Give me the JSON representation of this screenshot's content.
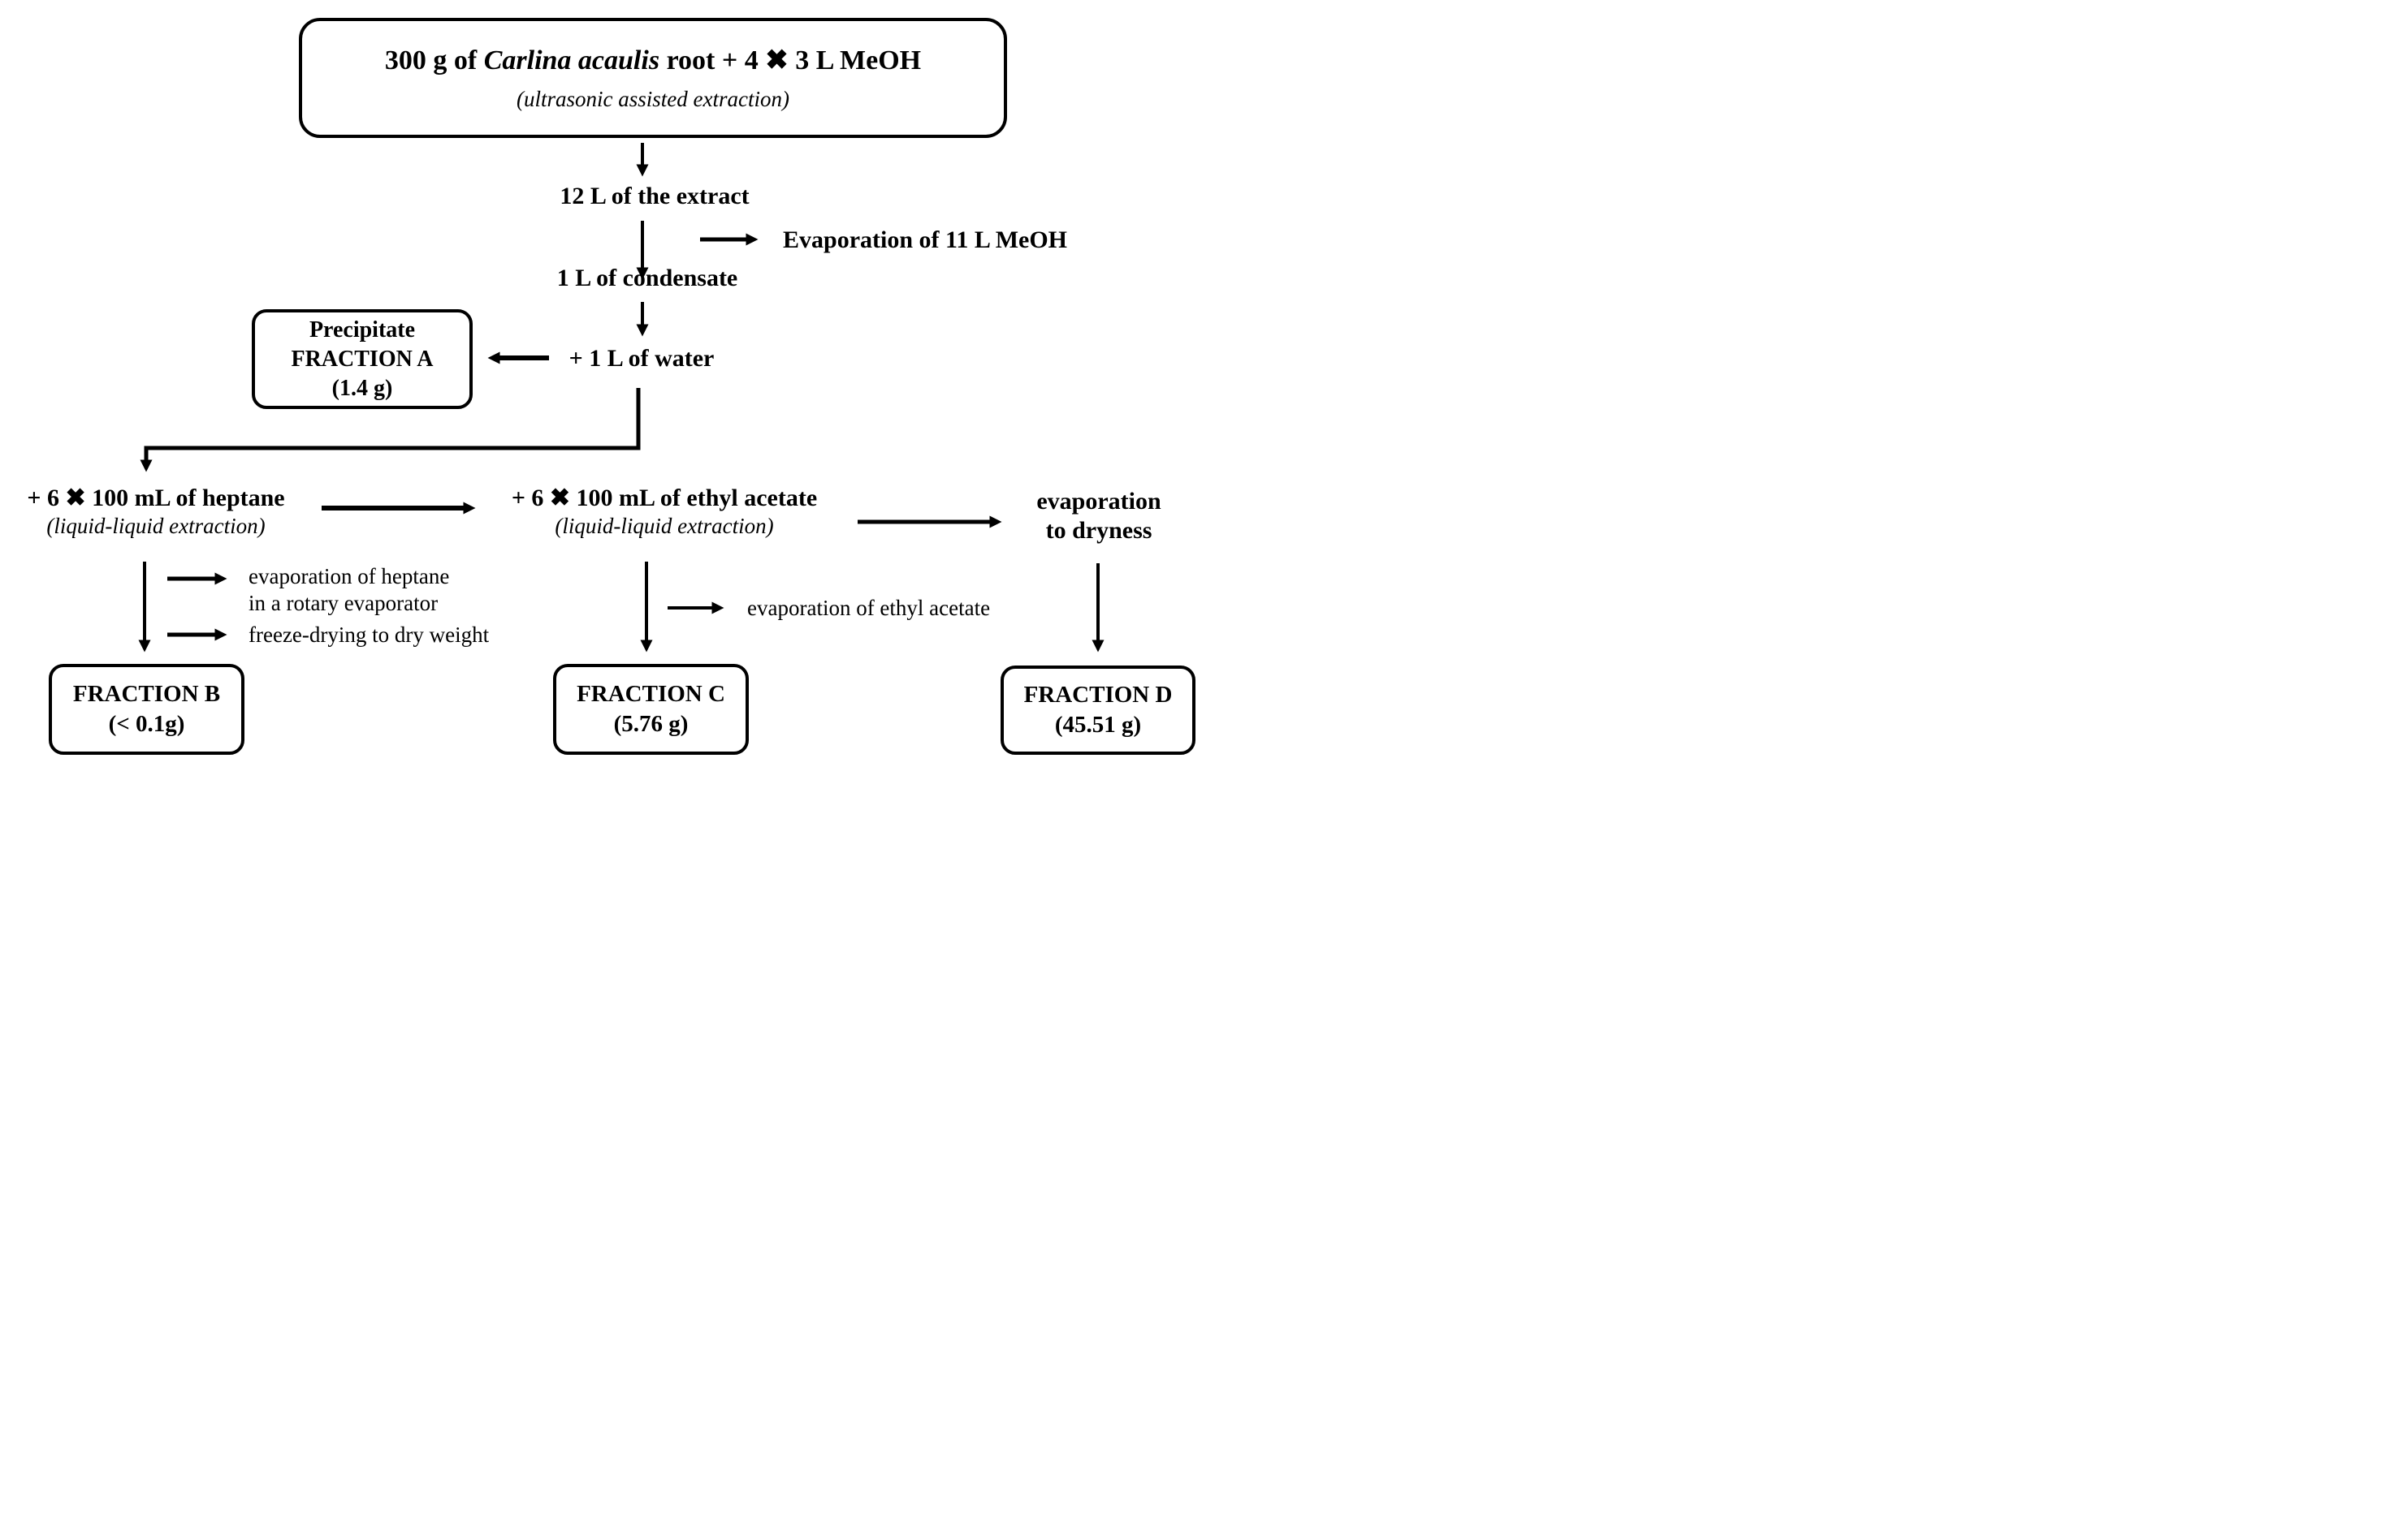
{
  "colors": {
    "ink": "#000000",
    "background": "#ffffff"
  },
  "top_box": {
    "line1_prefix": "300 g of ",
    "line1_species": "Carlina acaulis",
    "line1_suffix": " root + 4 ✖ 3 L MeOH",
    "line2": "(ultrasonic assisted extraction)"
  },
  "flow_labels": {
    "extract": "12 L of the extract",
    "evaporation_meoh": "Evaporation of 11 L MeOH",
    "condensate": "1 L of condensate",
    "water": "+ 1 L of water"
  },
  "fraction_a": {
    "line1": "Precipitate",
    "line2": "FRACTION A",
    "line3": "(1.4 g)"
  },
  "heptane": {
    "line1": "+ 6 ✖ 100 mL of heptane",
    "line2": "(liquid-liquid extraction)"
  },
  "ethyl_acetate": {
    "line1": "+ 6 ✖ 100 mL of ethyl acetate",
    "line2": "(liquid-liquid extraction)"
  },
  "evaporation_dryness": {
    "line1": "evaporation",
    "line2": "to dryness"
  },
  "branches": {
    "rotary_line1": "evaporation of heptane",
    "rotary_line2": "in a rotary evaporator",
    "freeze": "freeze-drying to dry weight",
    "ea_evaporation": "evaporation of ethyl acetate"
  },
  "fraction_b": {
    "line1": "FRACTION B",
    "line2": "(< 0.1g)"
  },
  "fraction_c": {
    "line1": "FRACTION C",
    "line2": "(5.76 g)"
  },
  "fraction_d": {
    "line1": "FRACTION D",
    "line2": "(45.51 g)"
  }
}
